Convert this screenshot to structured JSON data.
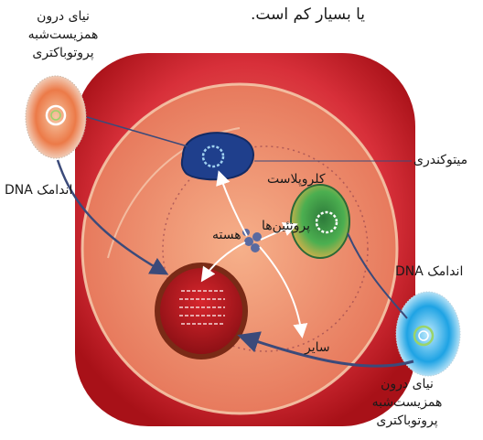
{
  "caption_fragment": "یا بسیار کم است.",
  "labels": {
    "protobacteria_top": [
      "نیای درون",
      "همزیست‌شبه",
      "پروتوباکتری"
    ],
    "protobacteria_bottom": [
      "نیای درون",
      "همزیست‌شبه",
      "پروتوباکتری"
    ],
    "mitochondria": "میتوکندری",
    "chloroplast": "کلروپلاست",
    "proteins": "پروتئین‌ها",
    "nucleus": "هسته",
    "organelle_dna_left": "DNA اندامک",
    "organelle_dna_right": "DNA اندامک",
    "other": "سایر"
  },
  "colors": {
    "outer_cell": "#d3202a",
    "inner_cell": "#e8785a",
    "mitochondria": "#1f3f8c",
    "chloroplast": "#3f9c4a",
    "nucleus": "#b51a22",
    "protobacteria_top": "#e07a4a",
    "protobacteria_bottom": "#2aa6e0",
    "arrow": "#3b4a7a"
  }
}
